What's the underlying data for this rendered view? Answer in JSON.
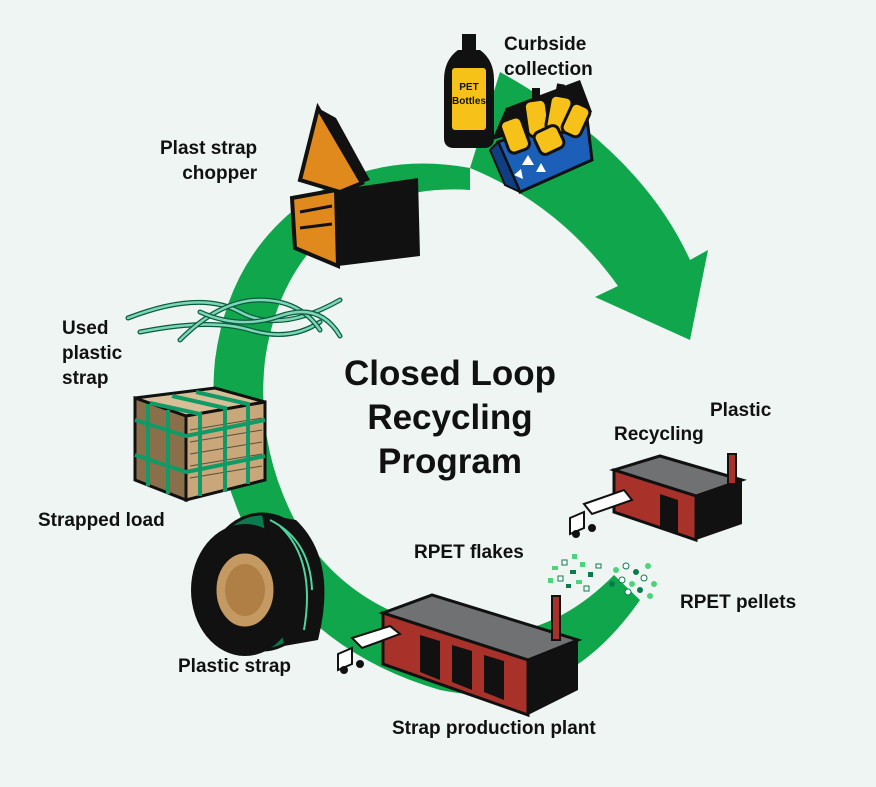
{
  "title_lines": [
    "Closed Loop",
    "Recycling",
    "Program"
  ],
  "labels": {
    "curbside": "Curbside\ncollection",
    "chopper": "Plast strap\nchopper",
    "used_strap": "Used\nplastic\nstrap",
    "strapped_load": "Strapped load",
    "plastic_strap": "Plastic strap",
    "strap_plant": "Strap production plant",
    "rpet_flakes": "RPET flakes",
    "rpet_pellets": "RPET pellets",
    "plastic_recycling_1": "Plastic",
    "plastic_recycling_2": "Recycling"
  },
  "bottle_label": [
    "PET",
    "Bottles"
  ],
  "colors": {
    "arrow_green": "#10a64c",
    "bin_blue": "#1b5fb8",
    "bottle_yellow": "#f6c21a",
    "chopper_orange": "#e08a1e",
    "building_red": "#a8322a",
    "roof_gray": "#6f7173",
    "cardboard": "#c9a77a",
    "strap_green": "#0f9a66",
    "coil_tan": "#c59a62"
  },
  "icons": [
    "recycle-icon",
    "truck-icon"
  ]
}
